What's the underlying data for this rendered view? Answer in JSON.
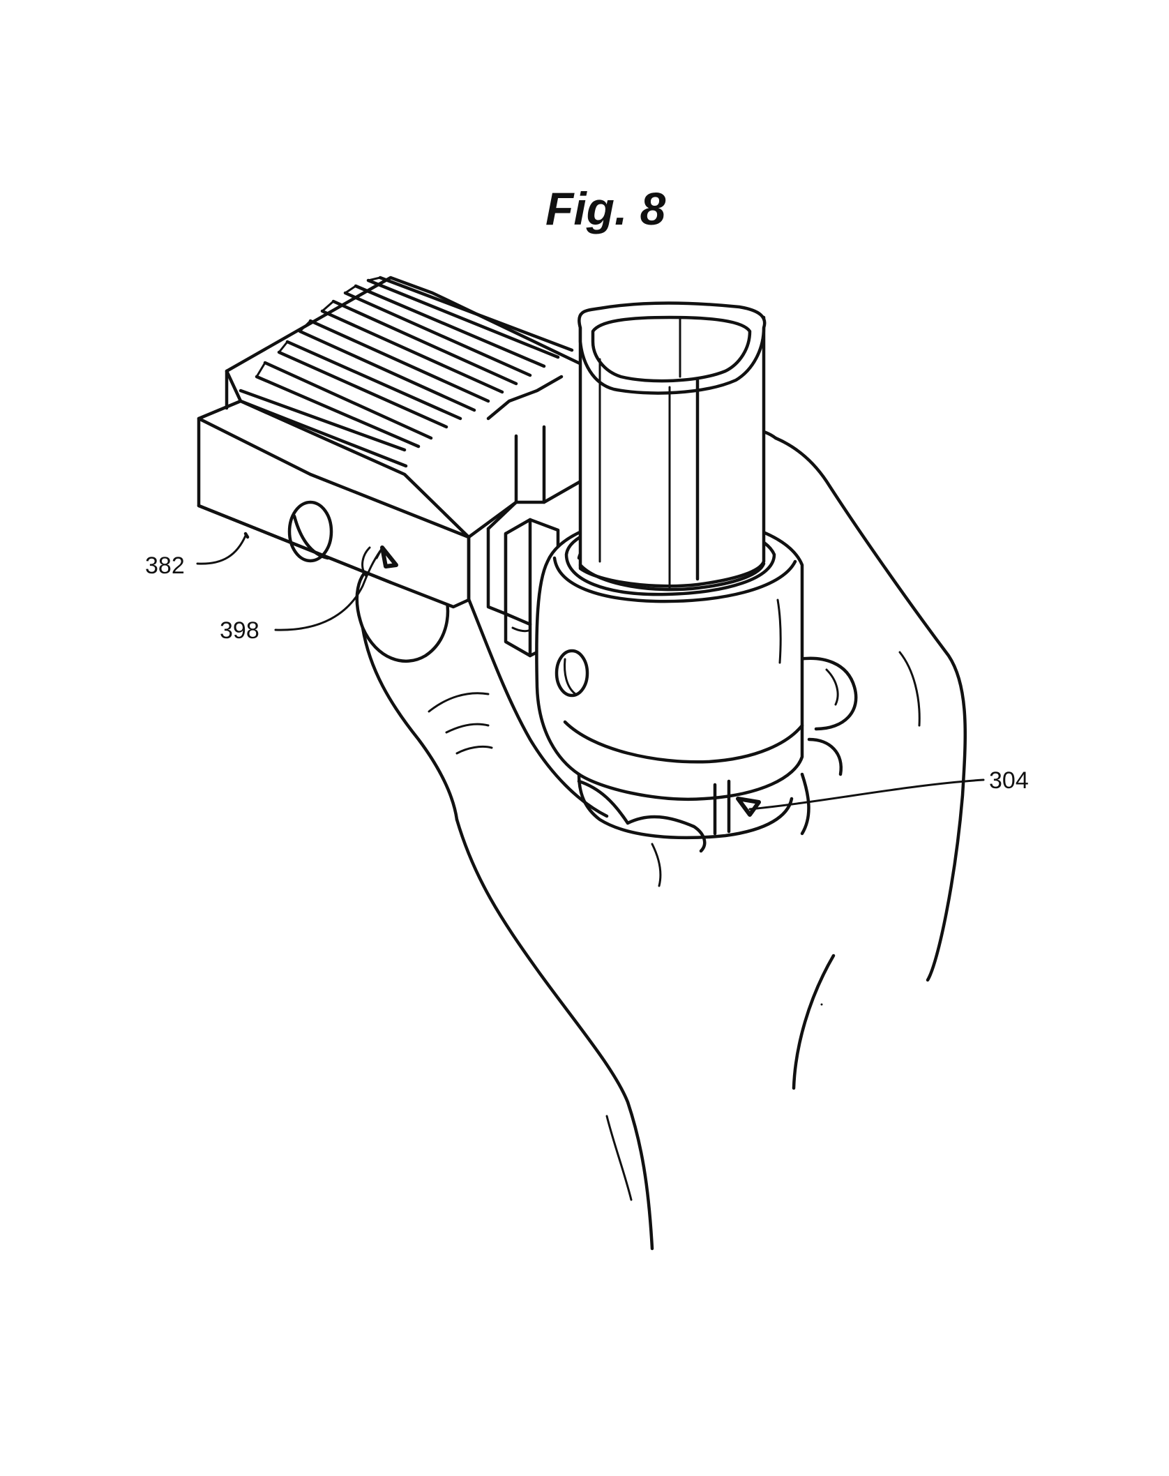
{
  "figure": {
    "title": "Fig. 8",
    "labels": {
      "l382": "382",
      "l398": "398",
      "l304": "304"
    }
  },
  "colors": {
    "ink": "#111111",
    "paper": "#ffffff"
  }
}
